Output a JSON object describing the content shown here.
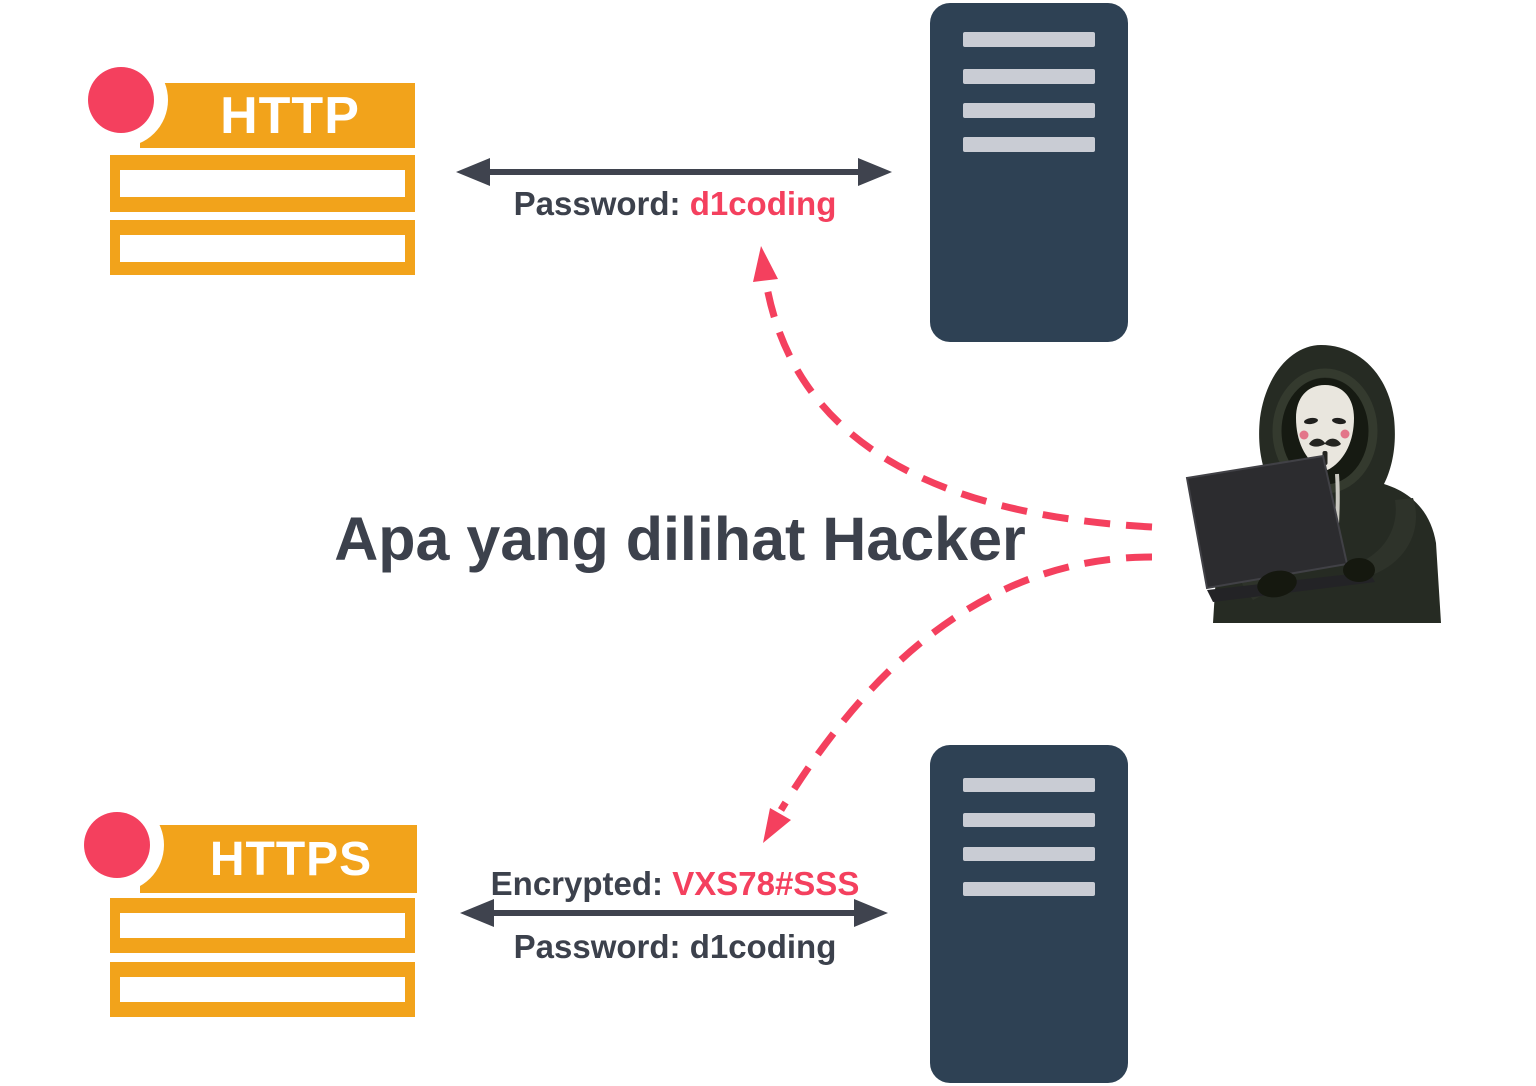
{
  "title": "Apa yang dilihat Hacker",
  "http_flow": {
    "browser_label": "HTTP",
    "message": {
      "prefix": "Password: ",
      "value": "d1coding"
    }
  },
  "https_flow": {
    "browser_label": "HTTPS",
    "encrypted": {
      "prefix": "Encrypted: ",
      "value": "VXS78#SSS"
    },
    "password_line": "Password: d1coding"
  },
  "icons": {
    "http_browser": "browser-window-icon",
    "https_browser": "browser-window-icon",
    "server_top": "server-tower-icon",
    "server_bottom": "server-tower-icon",
    "hacker": "hooded-hacker-with-laptop",
    "http_exchange_arrow": "double-headed-arrow",
    "https_exchange_arrow": "double-headed-arrow",
    "sniff_arrow_to_http": "dashed-curved-arrow",
    "sniff_arrow_to_https": "dashed-curved-arrow"
  },
  "colors": {
    "accent_orange": "#F2A31B",
    "accent_pink": "#F4405E",
    "server_navy": "#2E4154",
    "server_bar_gray": "#C9CCD4",
    "arrow_dark": "#3F434E",
    "text_dark": "#3C414C",
    "background": "#FFFFFF"
  }
}
